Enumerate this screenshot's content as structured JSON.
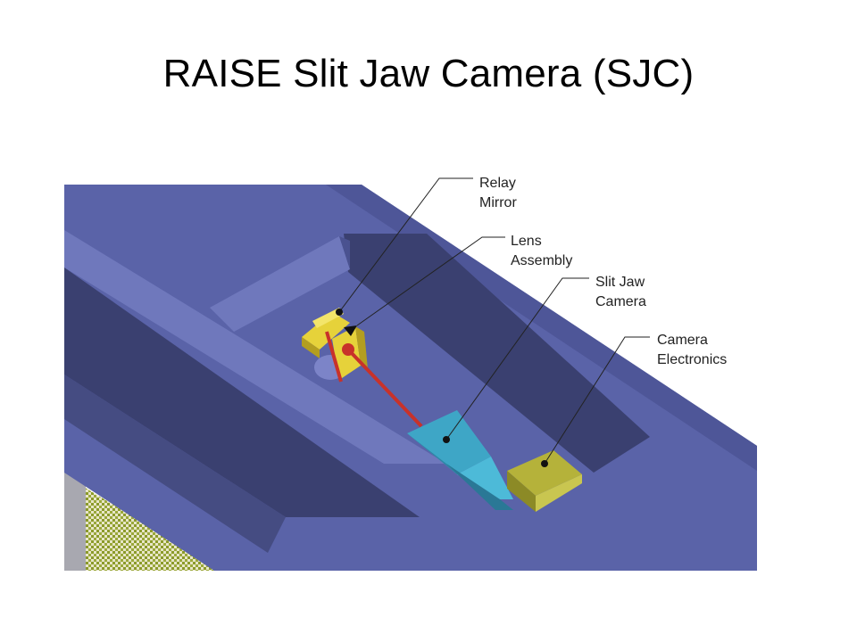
{
  "slide": {
    "title": "RAISE Slit Jaw Camera (SJC)"
  },
  "diagram": {
    "callouts": [
      {
        "id": "relay-mirror",
        "lines": [
          "Relay",
          "Mirror"
        ]
      },
      {
        "id": "lens-assembly",
        "lines": [
          "Lens",
          "Assembly"
        ]
      },
      {
        "id": "slit-jaw-camera",
        "lines": [
          "Slit Jaw",
          "Camera"
        ]
      },
      {
        "id": "camera-electronics",
        "lines": [
          "Camera",
          "Electronics"
        ]
      }
    ],
    "colors": {
      "housing": "#5a63a8",
      "housing_light": "#6f78bc",
      "channel_dark": "#3a4070",
      "mirror_yellow": "#e6d23a",
      "camera_cyan": "#3ea6c6",
      "electronics_olive": "#b5b23a",
      "beam_red": "#c8322a",
      "mesh_green": "#8b9a2a"
    }
  }
}
